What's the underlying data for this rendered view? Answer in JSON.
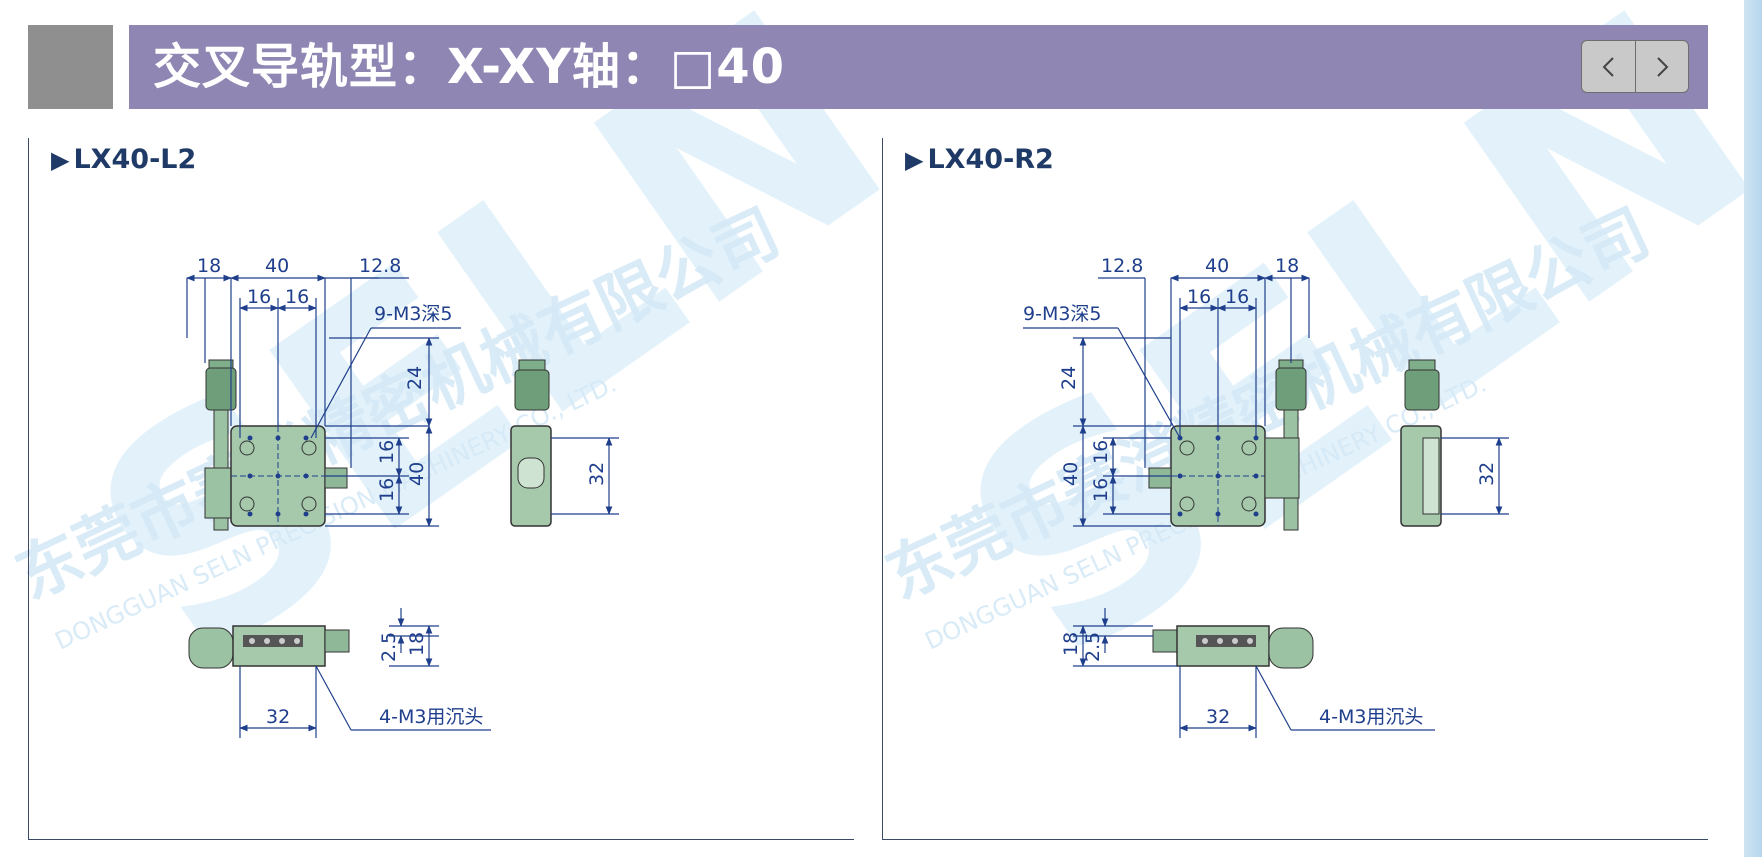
{
  "header": {
    "title": "交叉导轨型：X-XY轴：□40",
    "banner_color": "#8f86b3",
    "nav_prev_icon": "chevron-left-icon",
    "nav_next_icon": "chevron-right-icon"
  },
  "watermark": {
    "brand": "SELN",
    "company_cn": "东莞市赛澄精密机械有限公司",
    "company_en": "DONGGUAN SELN PRECISION MACHINERY CO., LTD."
  },
  "panels": [
    {
      "model": "LX40-L2",
      "dims": {
        "top_a": "18",
        "top_b": "40",
        "top_c": "12.8",
        "inner_a": "16",
        "inner_b": "16",
        "hole_note": "9-M3深5",
        "v_24": "24",
        "v_16a": "16",
        "v_16b": "16",
        "v_40": "40",
        "side_32": "32",
        "front_25": "2.5",
        "front_18": "18",
        "bottom_32": "32",
        "sink_note": "4-M3用沉头"
      }
    },
    {
      "model": "LX40-R2",
      "dims": {
        "top_a": "12.8",
        "top_b": "40",
        "top_c": "18",
        "inner_a": "16",
        "inner_b": "16",
        "hole_note": "9-M3深5",
        "v_24": "24",
        "v_16a": "16",
        "v_16b": "16",
        "v_40": "40",
        "side_32": "32",
        "front_25": "2.5",
        "front_18": "18",
        "bottom_32": "32",
        "sink_note": "4-M3用沉头"
      }
    }
  ]
}
